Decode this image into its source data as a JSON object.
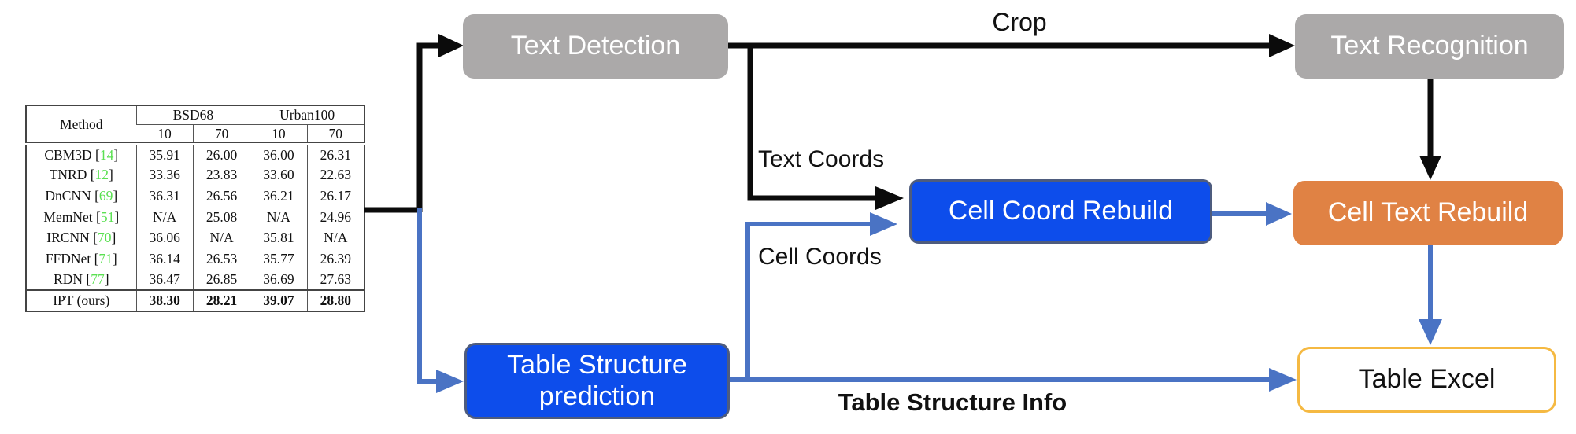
{
  "colors": {
    "gray_box": "#ABA9A9",
    "blue_box": "#0D4DEB",
    "blue_box_border": "#4E5C7E",
    "orange_box": "#E08244",
    "gold_border": "#F5B942",
    "black_arrow": "#0B0B0B",
    "blue_arrow": "#4A73C4",
    "ref_green": "#5BE052"
  },
  "boxes": {
    "text_detection": {
      "label": "Text Detection"
    },
    "text_recognition": {
      "label": "Text Recognition"
    },
    "cell_coord_rebuild": {
      "label": "Cell Coord Rebuild"
    },
    "cell_text_rebuild": {
      "label": "Cell Text Rebuild"
    },
    "table_structure_prediction": {
      "line1": "Table Structure",
      "line2": "prediction"
    },
    "table_excel": {
      "label": "Table Excel"
    }
  },
  "edge_labels": {
    "crop": "Crop",
    "text_coords": "Text Coords",
    "cell_coords": "Cell Coords",
    "table_structure_info": "Table Structure Info"
  },
  "table": {
    "method_header": "Method",
    "col_groups": [
      {
        "label": "BSD68"
      },
      {
        "label": "Urban100"
      }
    ],
    "sub_headers": [
      "10",
      "70",
      "10",
      "70"
    ],
    "rows": [
      {
        "method": "CBM3D",
        "ref": "14",
        "values": [
          "35.91",
          "26.00",
          "36.00",
          "26.31"
        ],
        "style": "normal"
      },
      {
        "method": "TNRD",
        "ref": "12",
        "values": [
          "33.36",
          "23.83",
          "33.60",
          "22.63"
        ],
        "style": "normal"
      },
      {
        "method": "DnCNN",
        "ref": "69",
        "values": [
          "36.31",
          "26.56",
          "36.21",
          "26.17"
        ],
        "style": "normal"
      },
      {
        "method": "MemNet",
        "ref": "51",
        "values": [
          "N/A",
          "25.08",
          "N/A",
          "24.96"
        ],
        "style": "normal"
      },
      {
        "method": "IRCNN",
        "ref": "70",
        "values": [
          "36.06",
          "N/A",
          "35.81",
          "N/A"
        ],
        "style": "normal"
      },
      {
        "method": "FFDNet",
        "ref": "71",
        "values": [
          "36.14",
          "26.53",
          "35.77",
          "26.39"
        ],
        "style": "normal"
      },
      {
        "method": "RDN",
        "ref": "77",
        "values": [
          "36.47",
          "26.85",
          "36.69",
          "27.63"
        ],
        "style": "underline"
      },
      {
        "method": "IPT (ours)",
        "ref": null,
        "values": [
          "38.30",
          "28.21",
          "39.07",
          "28.80"
        ],
        "style": "bold",
        "separator_above": true
      }
    ]
  }
}
